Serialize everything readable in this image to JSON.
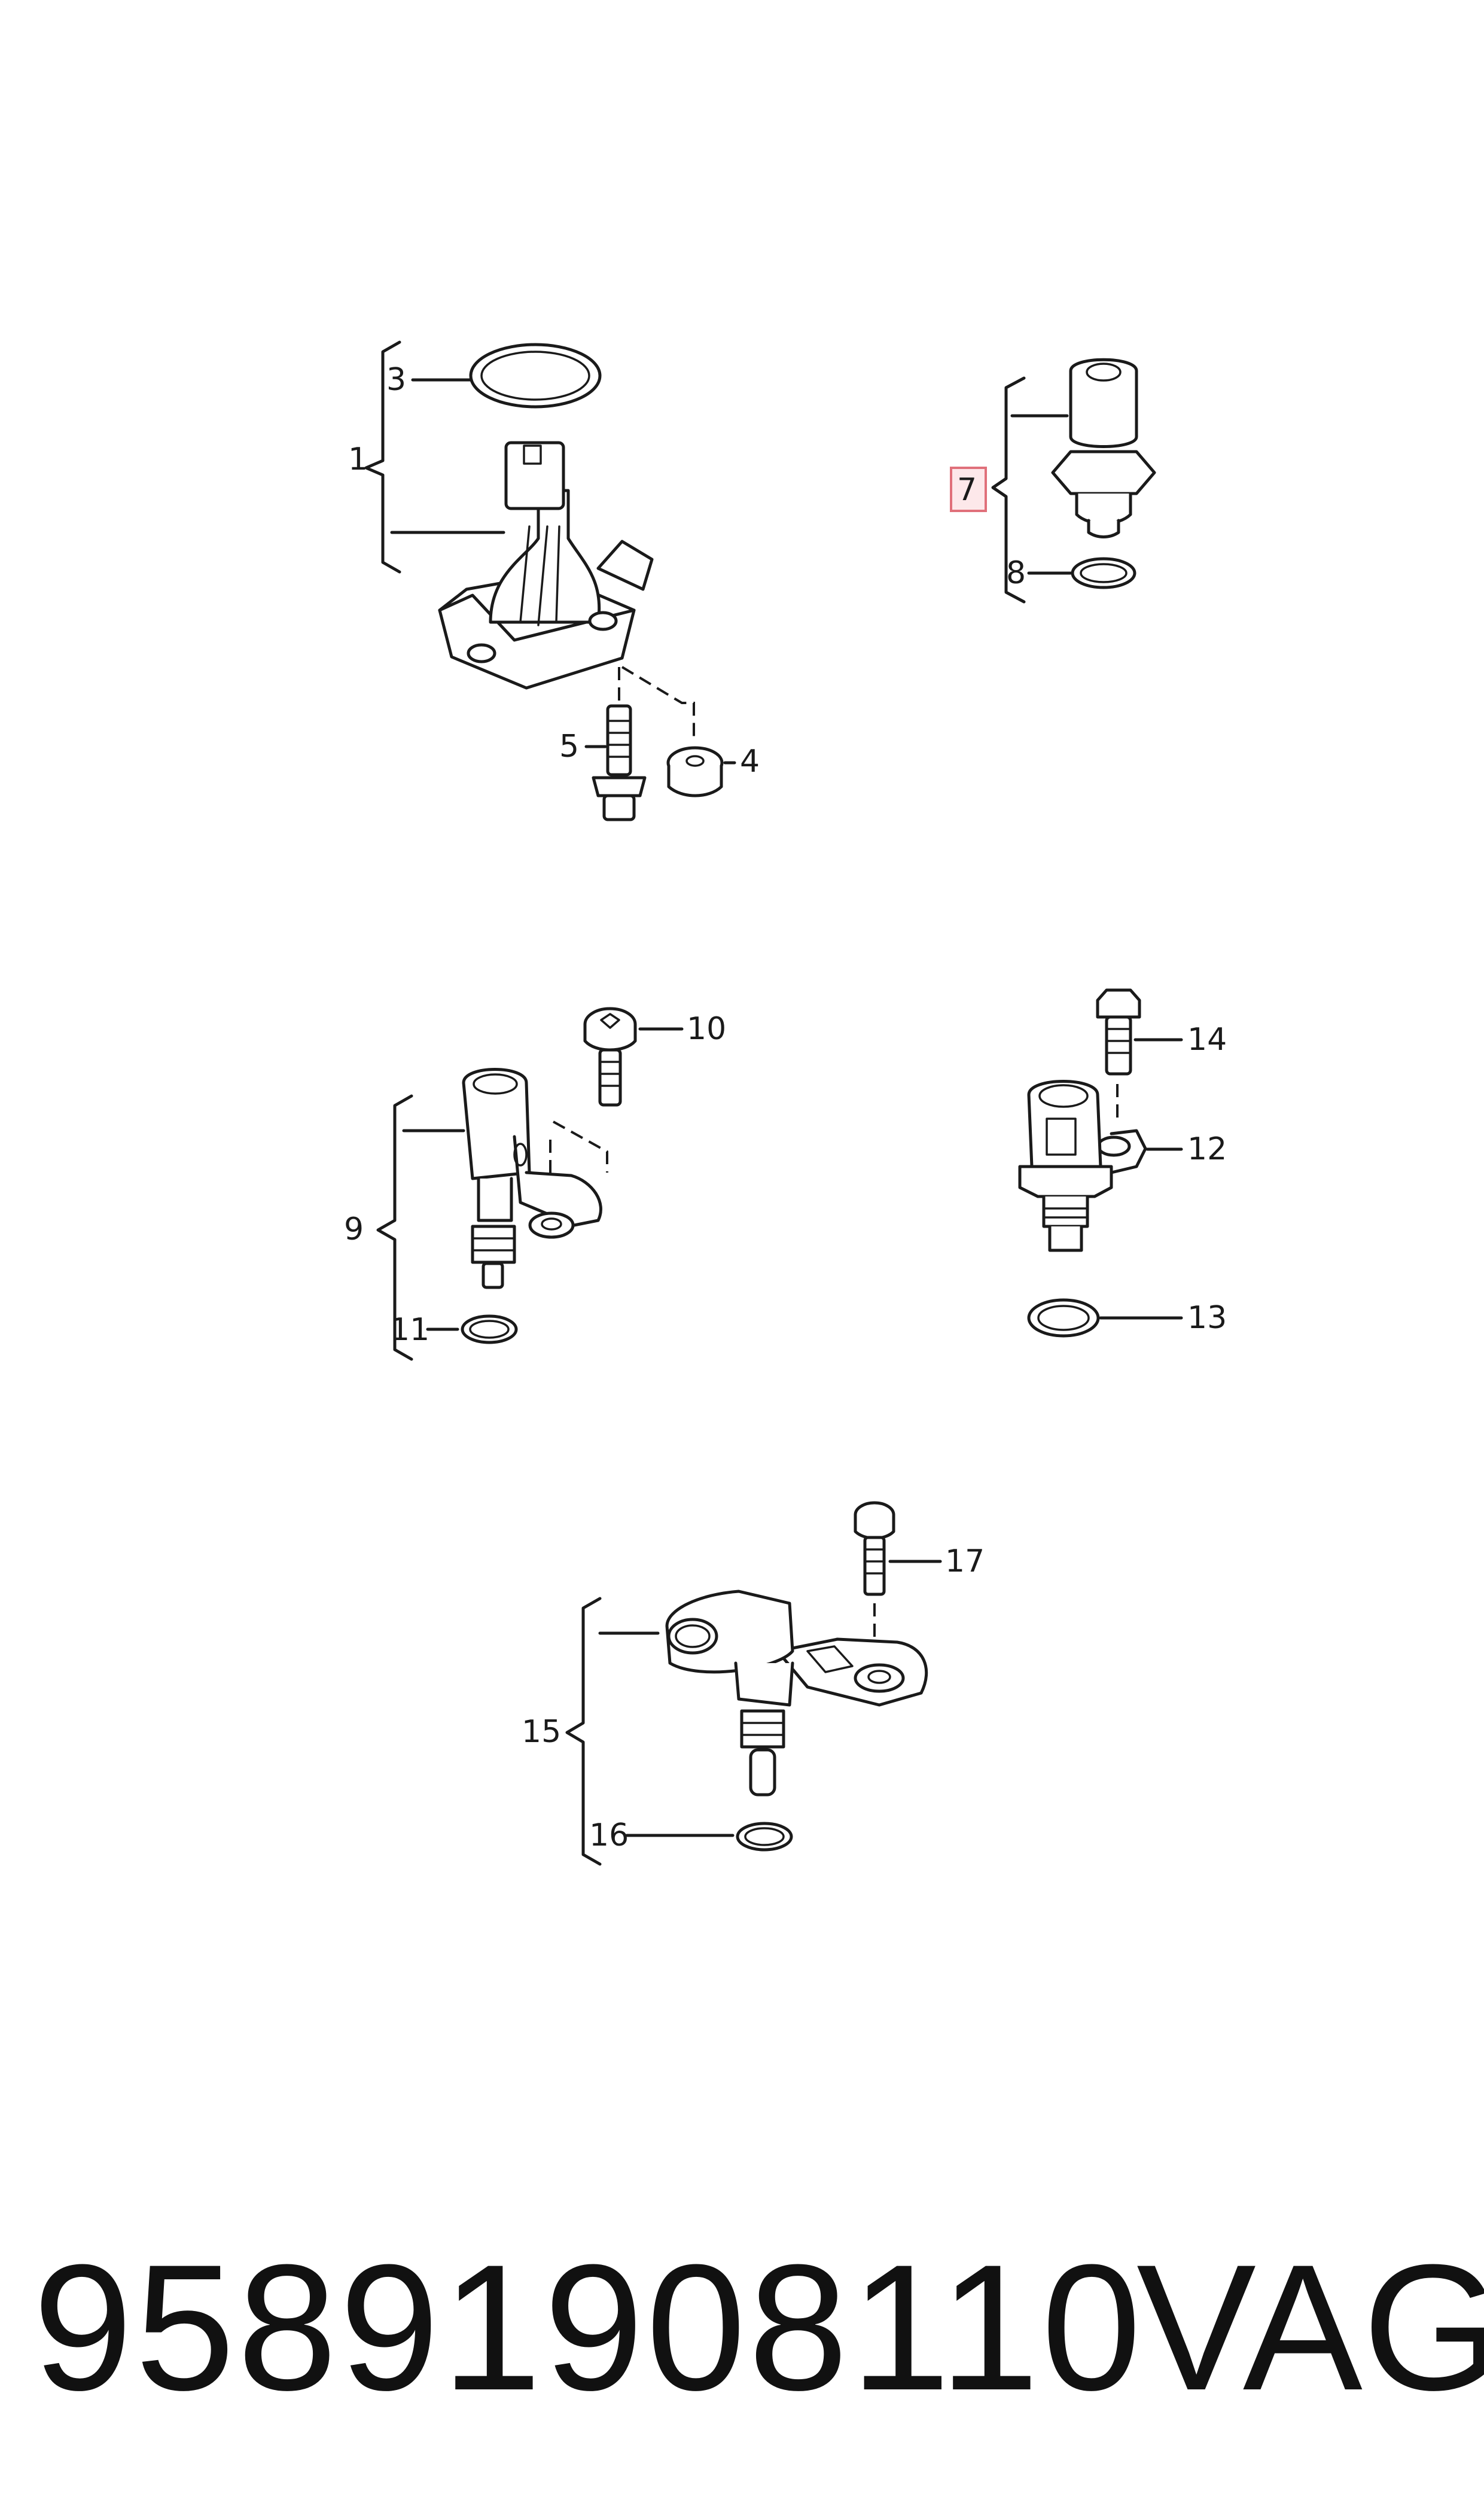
{
  "callouts": {
    "c1": "1",
    "c3": "3",
    "c4": "4",
    "c5": "5",
    "c7": "7",
    "c8": "8",
    "c9": "9",
    "c10": "10",
    "c11": "11",
    "c12": "12",
    "c13": "13",
    "c14": "14",
    "c15": "15",
    "c16": "16",
    "c17": "17"
  },
  "footer": {
    "part_number": "95891908110",
    "brand": "VAG"
  },
  "colors": {
    "line": "#1a1a1a",
    "highlight_fill": "#fde8ea",
    "highlight_stroke": "#e0707a"
  }
}
